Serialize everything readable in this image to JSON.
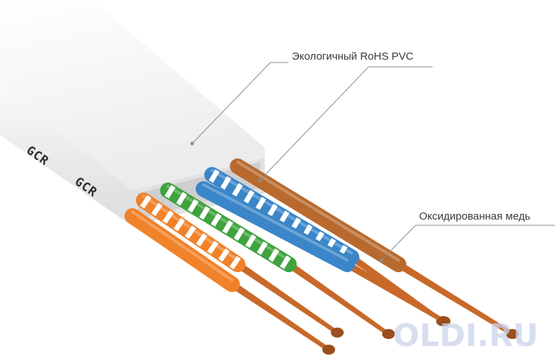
{
  "annotations": {
    "insulation_label": "Экологичный RoHS PVC",
    "conductor_label": "Оксидированная медь"
  },
  "cable": {
    "brand_marks": [
      "GCR",
      "GCR"
    ],
    "jacket_color": "#f7f7f7"
  },
  "wires": [
    {
      "name": "orange",
      "color": "#f0822a",
      "striped": false
    },
    {
      "name": "orange-white",
      "color": "#f0822a",
      "striped": true
    },
    {
      "name": "green-white",
      "color": "#3fa33f",
      "striped": true
    },
    {
      "name": "blue",
      "color": "#3b86c8",
      "striped": false
    },
    {
      "name": "blue-white",
      "color": "#3b86c8",
      "striped": true
    },
    {
      "name": "brown",
      "color": "#b86a2e",
      "striped": false
    }
  ],
  "copper_color": "#c8692a",
  "watermark": "OLDI.RU"
}
